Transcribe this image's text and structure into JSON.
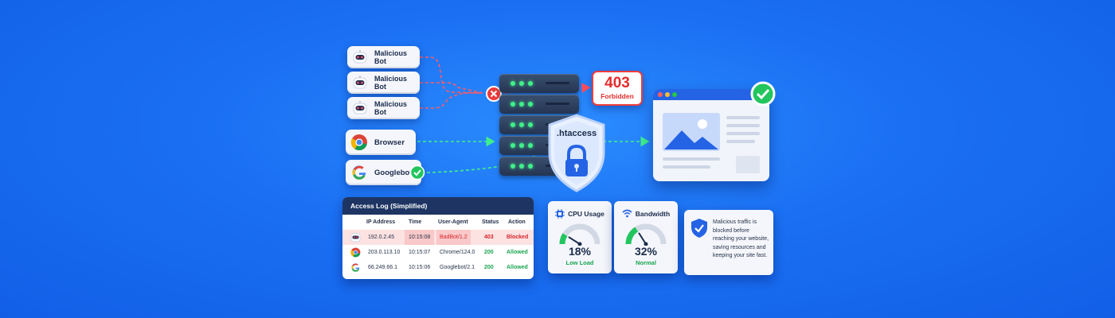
{
  "clients": [
    {
      "label": "Malicious Bot",
      "type": "bot"
    },
    {
      "label": "Malicious Bot",
      "type": "bot"
    },
    {
      "label": "Malicious Bot",
      "type": "bot"
    },
    {
      "label": "Browser",
      "type": "chrome"
    },
    {
      "label": "Googlebot",
      "type": "google"
    }
  ],
  "server": {
    "shield_label": ".htaccess"
  },
  "forbidden": {
    "code": "403",
    "text": "Forbidden"
  },
  "access_log": {
    "title": "Access Log (Simplified)",
    "columns": [
      "IP Address",
      "Time",
      "User-Agent",
      "Status",
      "Action"
    ],
    "rows": [
      {
        "ip": "192.0.2.45",
        "time": "10:15:08",
        "agent": "BadBot/1.2",
        "status": "403",
        "action": "Blocked",
        "icon": "bot"
      },
      {
        "ip": "203.0.113.10",
        "time": "10:15:07",
        "agent": "Chrome/124.0",
        "status": "200",
        "action": "Allowed",
        "icon": "chrome"
      },
      {
        "ip": "66.249.66.1",
        "time": "10:15:06",
        "agent": "Googlebot/2.1",
        "status": "200",
        "action": "Allowed",
        "icon": "google"
      }
    ]
  },
  "cpu": {
    "title": "CPU Usage",
    "value": "18%",
    "status": "Low Load",
    "level": 0.18
  },
  "bandwidth": {
    "title": "Bandwidth",
    "value": "32%",
    "status": "Normal",
    "level": 0.32
  },
  "info": {
    "text": "Malicious traffic is blocked before reaching your website, saving resources and keeping your site fast."
  },
  "colors": {
    "blocked": "#ef3b3b",
    "allowed": "#22c55e",
    "navy": "#1e3563"
  }
}
